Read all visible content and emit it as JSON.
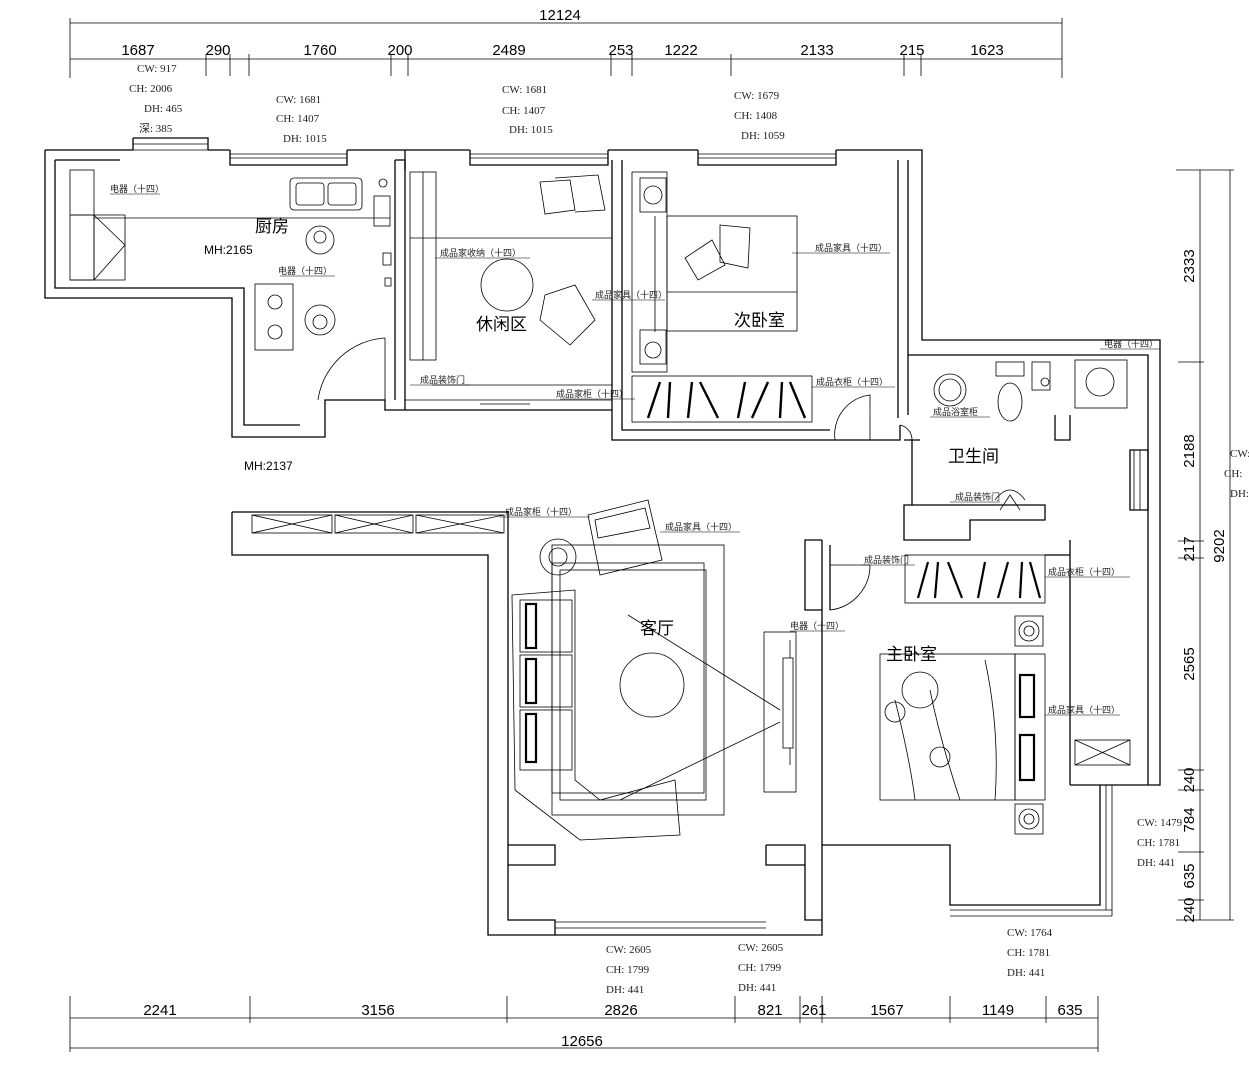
{
  "top_dims": {
    "total": "12124",
    "segments": [
      "1687",
      "290",
      "1760",
      "200",
      "2489",
      "253",
      "1222",
      "2133",
      "215",
      "1623"
    ]
  },
  "bottom_dims": {
    "total": "12656",
    "segments": [
      "2241",
      "3156",
      "2826",
      "821",
      "261",
      "1567",
      "1149",
      "635"
    ]
  },
  "right_dims": {
    "total": "9202",
    "segments": [
      "2333",
      "2188",
      "217",
      "2565",
      "240",
      "784",
      "635",
      "240"
    ]
  },
  "rooms": {
    "kitchen": "厨房",
    "leisure": "休闲区",
    "second_bedroom": "次卧室",
    "bathroom": "卫生间",
    "living_room": "客厅",
    "master_bedroom": "主卧室"
  },
  "heights": {
    "kitchen": "MH:2165",
    "hall": "MH:2137"
  },
  "windows": {
    "w1": [
      "CW: 917",
      "CH: 2006",
      "DH: 465",
      "深: 385"
    ],
    "w2": [
      "CW: 1681",
      "CH: 1407",
      "DH: 1015"
    ],
    "w3": [
      "CW: 1681",
      "CH: 1407",
      "DH: 1015"
    ],
    "w4": [
      "CW: 1679",
      "CH: 1408",
      "DH: 1059"
    ],
    "w5": [
      "CW: 2605",
      "CH: 1799",
      "DH: 441"
    ],
    "w6": [
      "CW: 2605",
      "CH: 1799",
      "DH: 441"
    ],
    "w7": [
      "CW: 1764",
      "CH: 1781",
      "DH: 441"
    ],
    "w8": [
      "CW: 1479",
      "CH: 1781",
      "DH: 441"
    ],
    "w9": [
      "CW:",
      "CH:",
      "DH:"
    ]
  },
  "annotations": {
    "appliance": "电器（十四）",
    "furniture": "成品家具（十四）",
    "finished_furniture": "成品家具（十四）",
    "finished_cabinet": "成品家柜（十四）",
    "finished_wardrobe": "成品衣柜（十四）",
    "finished_board": "成品装饰门",
    "finished_storage": "成品家收纳（十四）",
    "bath_cabinet": "成品浴室柜"
  },
  "colors": {
    "line": "#000000",
    "background": "#ffffff"
  }
}
